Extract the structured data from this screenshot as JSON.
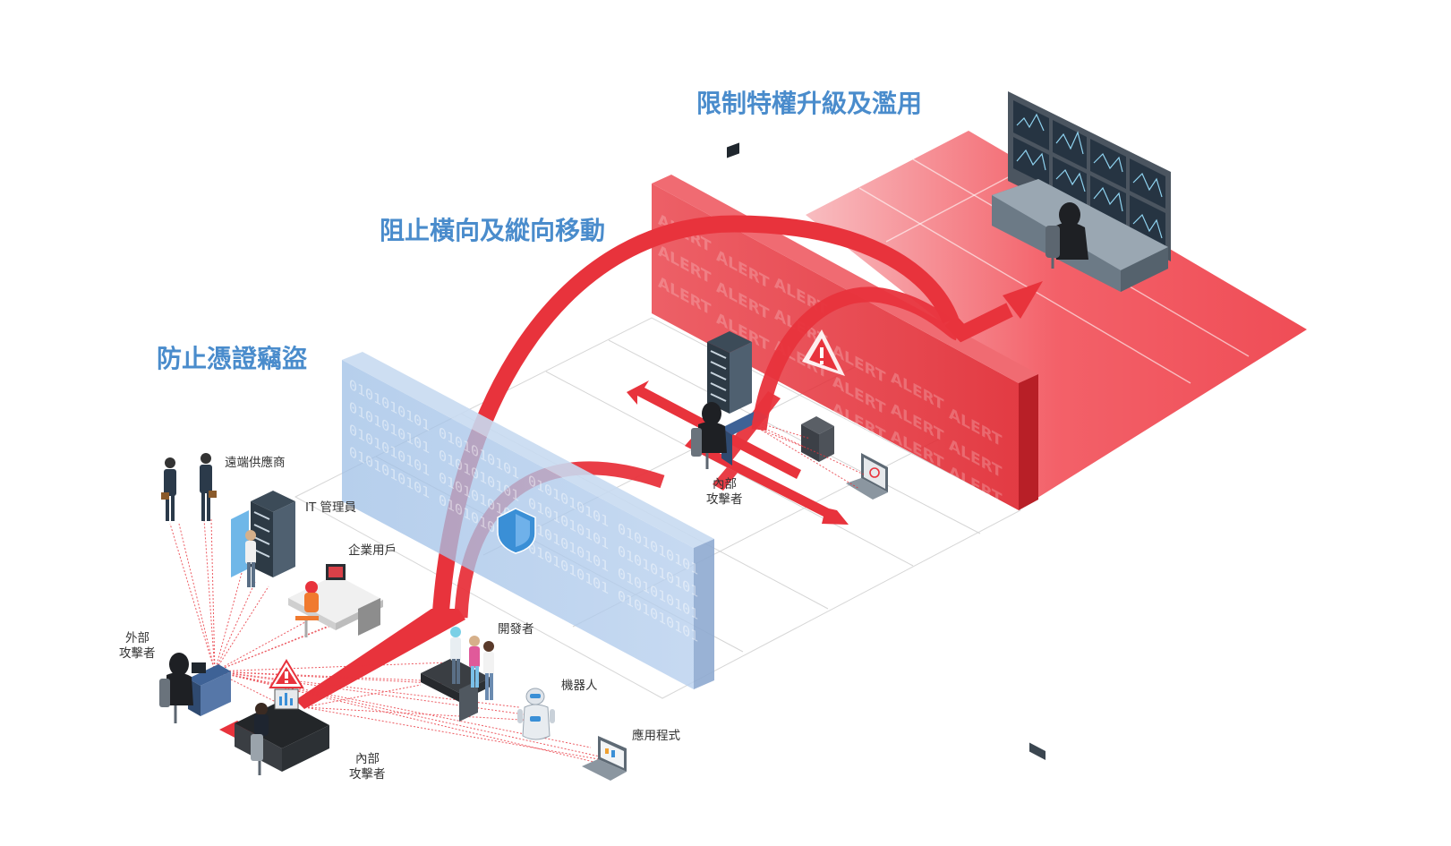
{
  "titles": {
    "credential": "防止憑證竊盜",
    "lateral": "阻止橫向及縱向移動",
    "privilege": "限制特權升級及濫用"
  },
  "labels": {
    "remote_vendor": "遠端供應商",
    "it_admin": "IT 管理員",
    "enterprise_user": "企業用戶",
    "external_line1": "外部",
    "external_line2": "攻擊者",
    "developer": "開發者",
    "robot": "機器人",
    "application": "應用程式",
    "internal_a_line1": "內部",
    "internal_a_line2": "攻擊者",
    "internal_b_line1": "內部",
    "internal_b_line2": "攻擊者"
  },
  "wall_text": {
    "binary": "0101010101",
    "alert": "ALERT"
  },
  "icons": {
    "shield": "shield-icon",
    "warning": "warning-icon",
    "server": "server-rack-icon",
    "hacker": "hooded-hacker-icon",
    "laptop": "laptop-icon",
    "robot": "robot-icon",
    "monitor_wall": "monitor-wall-icon",
    "businessman": "businessman-icon"
  },
  "colors": {
    "title_blue": "#4a8ccc",
    "red": "#e8333c",
    "blue_wall": "#a9c4e8",
    "floor_red": "#f2535c"
  }
}
